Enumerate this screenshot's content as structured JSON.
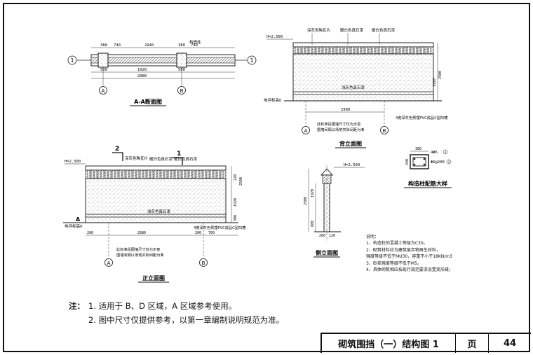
{
  "views": {
    "section": {
      "title": "A-A断面图",
      "top_dims": [
        "380",
        "740",
        "2940",
        "380",
        "740"
      ],
      "bottom_dims": [
        "500",
        "1920",
        "500"
      ],
      "total_dim": "2980",
      "column_label": "构造柱",
      "axis_left": "1",
      "axis_right": "1",
      "grid_a": "A",
      "grid_b": "B"
    },
    "back": {
      "title": "背立面图",
      "level_top": "H=2.500",
      "level_ground": "地坪标高0",
      "callouts": [
        "深灰色陶瓦片",
        "暖白色真石漆",
        "暖白色真石漆",
        "浅灰色真石漆"
      ],
      "side_dims": [
        "1920",
        "2500"
      ],
      "total_dim": "2980",
      "note_line1": "此标准段围墙尺寸仅为示意",
      "note_line2": "围墙间隔以场地实际间距为准",
      "pvc_note": "4宽深灰色预埋PVC成品C型凹槽",
      "grid_a": "A",
      "grid_b": "B"
    },
    "front": {
      "title": "正立面图",
      "level_top": "H=2.500",
      "level_ground": "地坪标高0",
      "section_mark_left": "2",
      "section_mark_right": "1",
      "section_mark_a": "A",
      "callouts": [
        "深灰色陶瓦片",
        "暖白色真石漆",
        "暖白色真石漆",
        "浅灰色真石漆"
      ],
      "side_dims": [
        "2500",
        "1920",
        "220",
        "300"
      ],
      "bottom_dims": [
        "200",
        "2980",
        "200",
        "700"
      ],
      "note_line1": "此标准段围墙尺寸仅为示意",
      "note_line2": "围墙间隔以场地实际间距为准",
      "pvc_note": "4宽深灰色预埋PVC成品C型凹槽",
      "grid_a": "A",
      "grid_b": "B"
    },
    "side": {
      "title": "侧立面图",
      "level_top": "H=2.500",
      "side_dims": [
        "2500",
        "1920",
        "880"
      ],
      "bottom_dims": [
        "200",
        "120"
      ]
    },
    "detail": {
      "title": "构造柱配筋大样",
      "width_dim": "380",
      "height_dim": "240",
      "rebar_main": "4Φ6",
      "rebar_stirrup": "Φ6@200",
      "tag_1": "1",
      "tag_2": "2"
    }
  },
  "explanation": {
    "title": "说明：",
    "items": [
      "1、构造柱的混凝土等级为C30。",
      "2、砌筑材料应为建筑废弃物再生材料，",
      "   强度等级不低于MU30，容重不小于18KN/m3",
      "3、砂浆强度等级不低于M5。",
      "4、具体砌筑相应按现行规范要求设置变形缝。"
    ]
  },
  "notes": {
    "label": "注：",
    "line1": "1. 适用于 B、D 区域，A 区域参考使用。",
    "line2": "2. 图中尺寸仅提供参考，以第一章编制说明规范为准。"
  },
  "title_block": {
    "title": "砌筑围挡（一）结构图 1",
    "page_label": "页",
    "page_number": "44"
  }
}
